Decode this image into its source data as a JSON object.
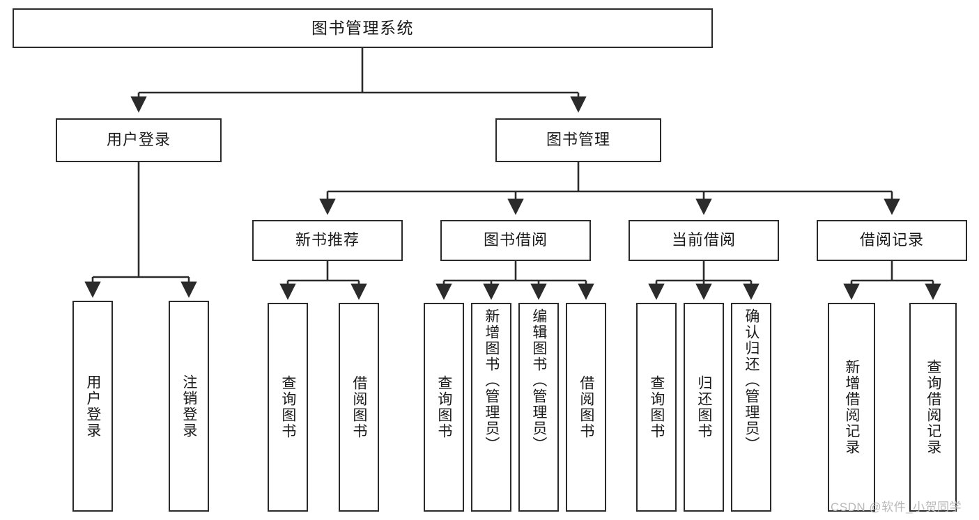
{
  "diagram": {
    "title": "图书管理系统",
    "type": "tree-hierarchy-diagram",
    "background_color": "#ffffff",
    "line_color": "#2b2b2b",
    "text_color": "#1a1a1a"
  },
  "root": {
    "label": "图书管理系统"
  },
  "level2": [
    {
      "label": "用户登录"
    },
    {
      "label": "图书管理"
    }
  ],
  "level3": [
    {
      "label": "新书推荐"
    },
    {
      "label": "图书借阅"
    },
    {
      "label": "当前借阅"
    },
    {
      "label": "借阅记录"
    }
  ],
  "leaves": {
    "user_login": [
      {
        "label": "用户登录"
      },
      {
        "label": "注销登录"
      }
    ],
    "new_book_recommend": [
      {
        "label": "查询图书"
      },
      {
        "label": "借阅图书"
      }
    ],
    "book_borrow": [
      {
        "label": "查询图书"
      },
      {
        "label": "新增图书（管理员）"
      },
      {
        "label": "编辑图书（管理员）"
      },
      {
        "label": "借阅图书"
      }
    ],
    "current_borrow": [
      {
        "label": "查询图书"
      },
      {
        "label": "归还图书"
      },
      {
        "label": "确认归还（管理员）"
      }
    ],
    "borrow_record": [
      {
        "label": "新增借阅记录"
      },
      {
        "label": "查询借阅记录"
      }
    ]
  },
  "watermark": {
    "text": "CSDN @软件_小贺同学"
  }
}
